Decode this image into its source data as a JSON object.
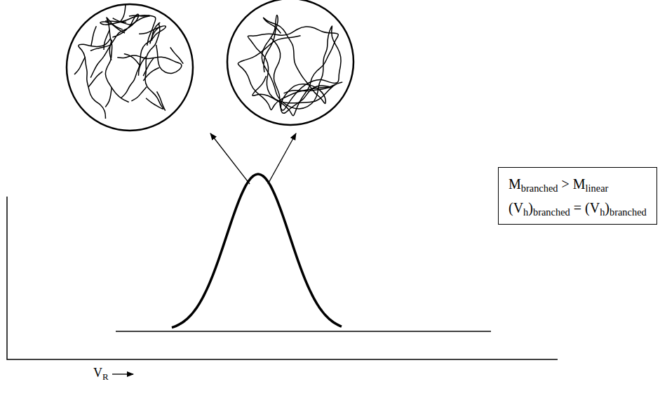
{
  "diagram": {
    "nodes": [
      {
        "text": [
          "Mbranched > Mlinear",
          "(Vh)branched = (Vh)branched"
        ]
      }
    ],
    "edges": [],
    "labels": [
      "VR"
    ]
  }
}
